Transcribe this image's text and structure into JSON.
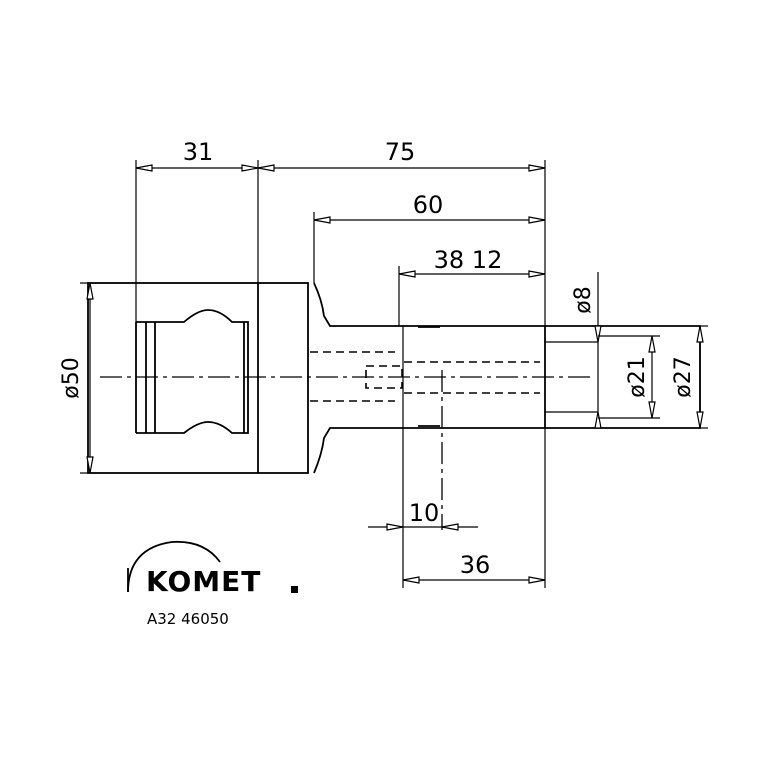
{
  "dimensions": {
    "d31": "31",
    "d75": "75",
    "d60": "60",
    "d38_12": "38 12",
    "d10": "10",
    "d36": "36",
    "dia50": "ø50",
    "dia8": "ø8",
    "dia21": "ø21",
    "dia27": "ø27"
  },
  "logo": {
    "brand": "KOMET"
  },
  "part_number": "A32  46050"
}
